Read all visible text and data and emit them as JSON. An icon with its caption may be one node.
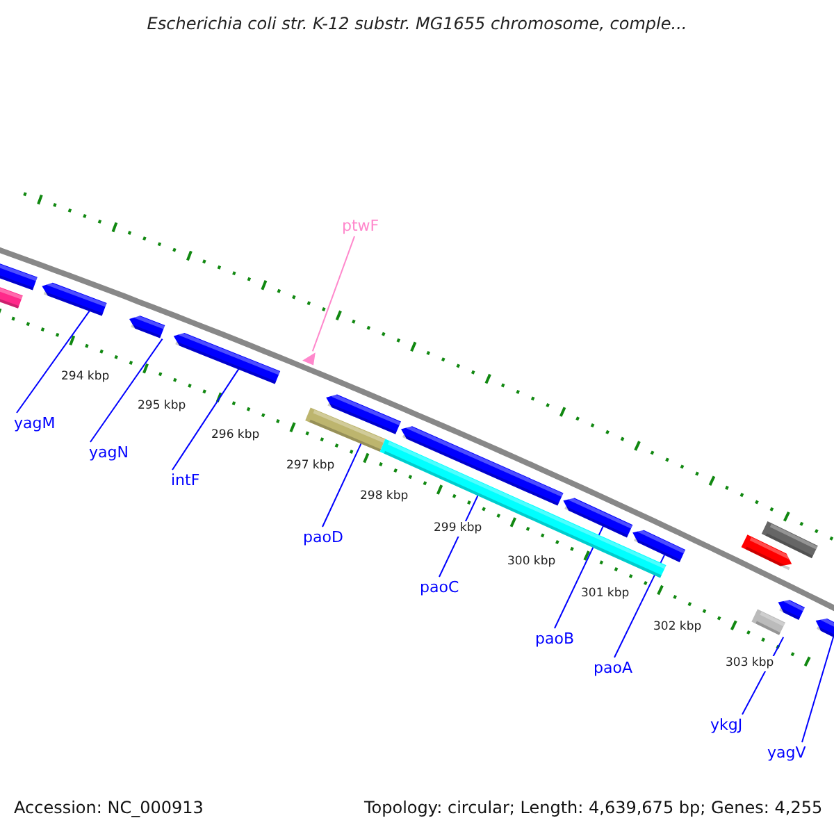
{
  "diagram": {
    "title": "Escherichia coli str. K-12 substr. MG1655 chromosome, comple...",
    "nodes": [
      {
        "text": [
          "ptwF"
        ]
      },
      {
        "text": [
          "yagM"
        ]
      },
      {
        "text": [
          "yagN"
        ]
      },
      {
        "text": [
          "intF"
        ]
      },
      {
        "text": [
          "paoD"
        ]
      },
      {
        "text": [
          "paoC"
        ]
      },
      {
        "text": [
          "paoB"
        ]
      },
      {
        "text": [
          "paoA"
        ]
      },
      {
        "text": [
          "ykgJ"
        ]
      },
      {
        "text": [
          "yagV"
        ]
      },
      {
        "text": [],
        "shape": "bar"
      },
      {
        "text": [],
        "shape": "bar"
      },
      {
        "text": [],
        "shape": "bar"
      },
      {
        "text": [],
        "shape": "bar"
      },
      {
        "text": [],
        "shape": "bar"
      },
      {
        "text": [],
        "shape": "triangle"
      },
      {
        "text": [],
        "shape": "bar"
      },
      {
        "text": [],
        "shape": "bar"
      },
      {
        "text": [],
        "shape": "bar"
      },
      {
        "text": [],
        "shape": "bar"
      },
      {
        "text": [],
        "shape": "bar"
      },
      {
        "text": [],
        "shape": "bar"
      },
      {
        "text": [],
        "shape": "bar"
      },
      {
        "text": [],
        "shape": "bar"
      },
      {
        "text": [],
        "shape": "bar"
      },
      {
        "text": [],
        "shape": "bar"
      },
      {
        "text": [],
        "shape": "bar"
      }
    ],
    "edges": [
      {
        "from": 0,
        "to": 15,
        "arrow": "none",
        "color": "#ff88cc"
      },
      {
        "from": 1,
        "to": 12,
        "arrow": "none"
      },
      {
        "from": 2,
        "to": 13,
        "arrow": "none"
      },
      {
        "from": 3,
        "to": 14,
        "arrow": "none"
      },
      {
        "from": 4,
        "to": 16,
        "arrow": "none"
      },
      {
        "from": 5,
        "to": 18,
        "arrow": "none"
      },
      {
        "from": 6,
        "to": 20,
        "arrow": "none"
      },
      {
        "from": 7,
        "to": 21,
        "arrow": "none"
      },
      {
        "from": 8,
        "to": 24,
        "arrow": "none"
      },
      {
        "from": 9,
        "to": 26,
        "arrow": "none"
      }
    ],
    "labels": [
      "294 kbp",
      "295 kbp",
      "296 kbp",
      "297 kbp",
      "298 kbp",
      "299 kbp",
      "300 kbp",
      "301 kbp",
      "302 kbp",
      "303 kbp",
      "Accession: NC_000913",
      "Topology: circular; Length: 4,639,675 bp; Genes: 4,255"
    ]
  }
}
